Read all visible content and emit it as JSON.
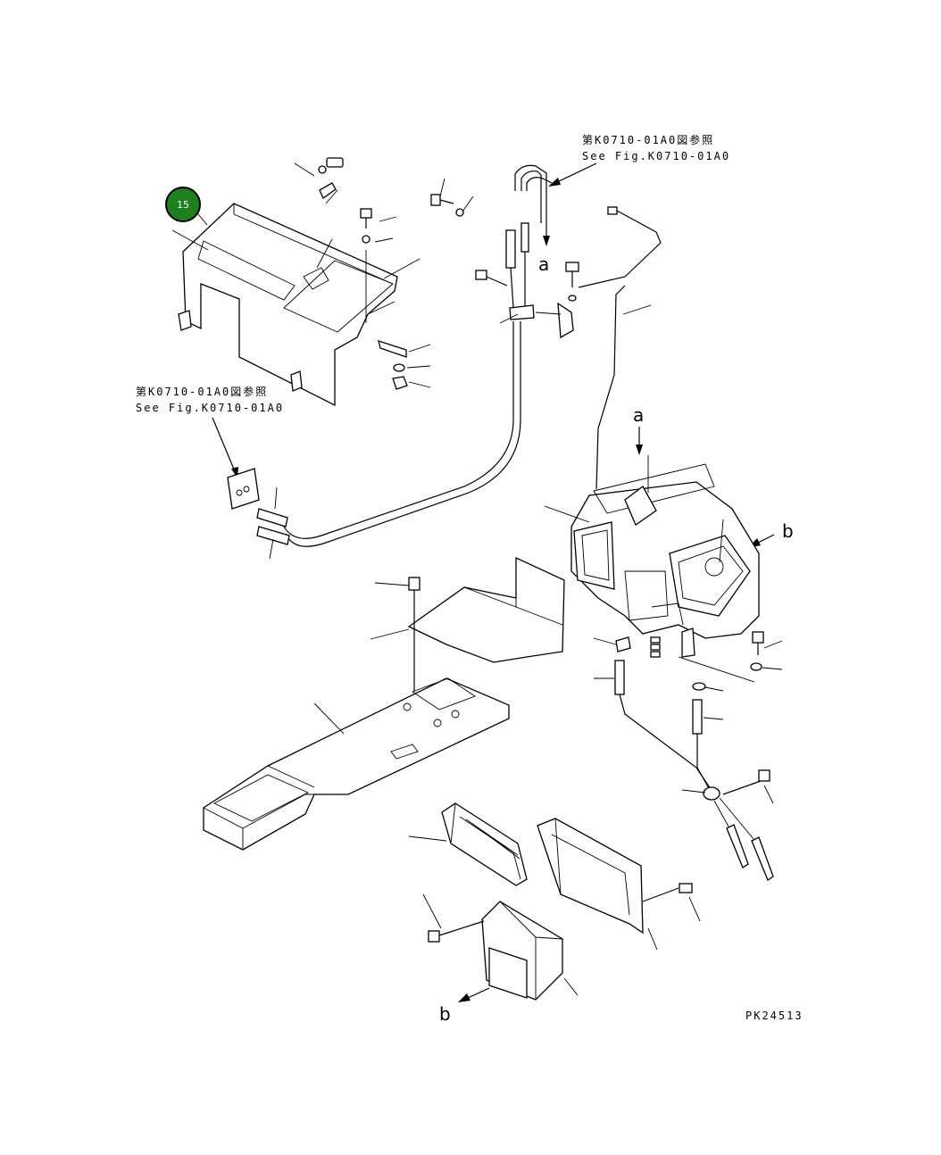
{
  "references": {
    "ref_top": {
      "jp": "第K0710-01A0図参照",
      "en": "See Fig.K0710-01A0"
    },
    "ref_left": {
      "jp": "第K0710-01A0図参照",
      "en": "See Fig.K0710-01A0"
    }
  },
  "callout_letters": {
    "a_top": "a",
    "a_mid": "a",
    "b_right": "b",
    "b_bottom": "b"
  },
  "drawing_code": "PK24513",
  "badge": {
    "label": "15",
    "color": "#1e7f1e"
  }
}
